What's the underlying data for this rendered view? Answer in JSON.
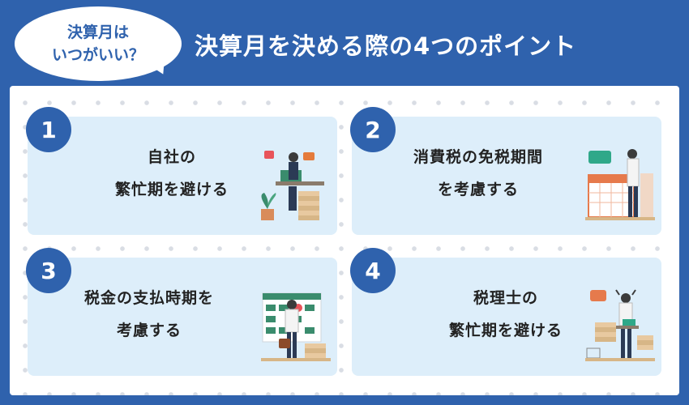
{
  "header": {
    "bubble_line1": "決算月は",
    "bubble_line2": "いつがいい？",
    "title": "決算月を決める際の4つのポイント"
  },
  "cards": [
    {
      "number": "1",
      "line1": "自社の",
      "line2": "繁忙期を避ける",
      "illustration": "busy-office-worker-icon"
    },
    {
      "number": "2",
      "line1": "消費税の免税期間",
      "line2": "を考慮する",
      "illustration": "calendar-thinking-person-icon"
    },
    {
      "number": "3",
      "line1": "税金の支払時期を",
      "line2": "考慮する",
      "illustration": "calendar-schedule-person-icon"
    },
    {
      "number": "4",
      "line1": "税理士の",
      "line2": "繁忙期を避ける",
      "illustration": "stressed-accountant-icon"
    }
  ],
  "colors": {
    "header_bg": "#2f62ad",
    "card_bg": "#ddeefa",
    "number_circle": "#2f62ad",
    "panel_dot": "#d9dde4"
  }
}
